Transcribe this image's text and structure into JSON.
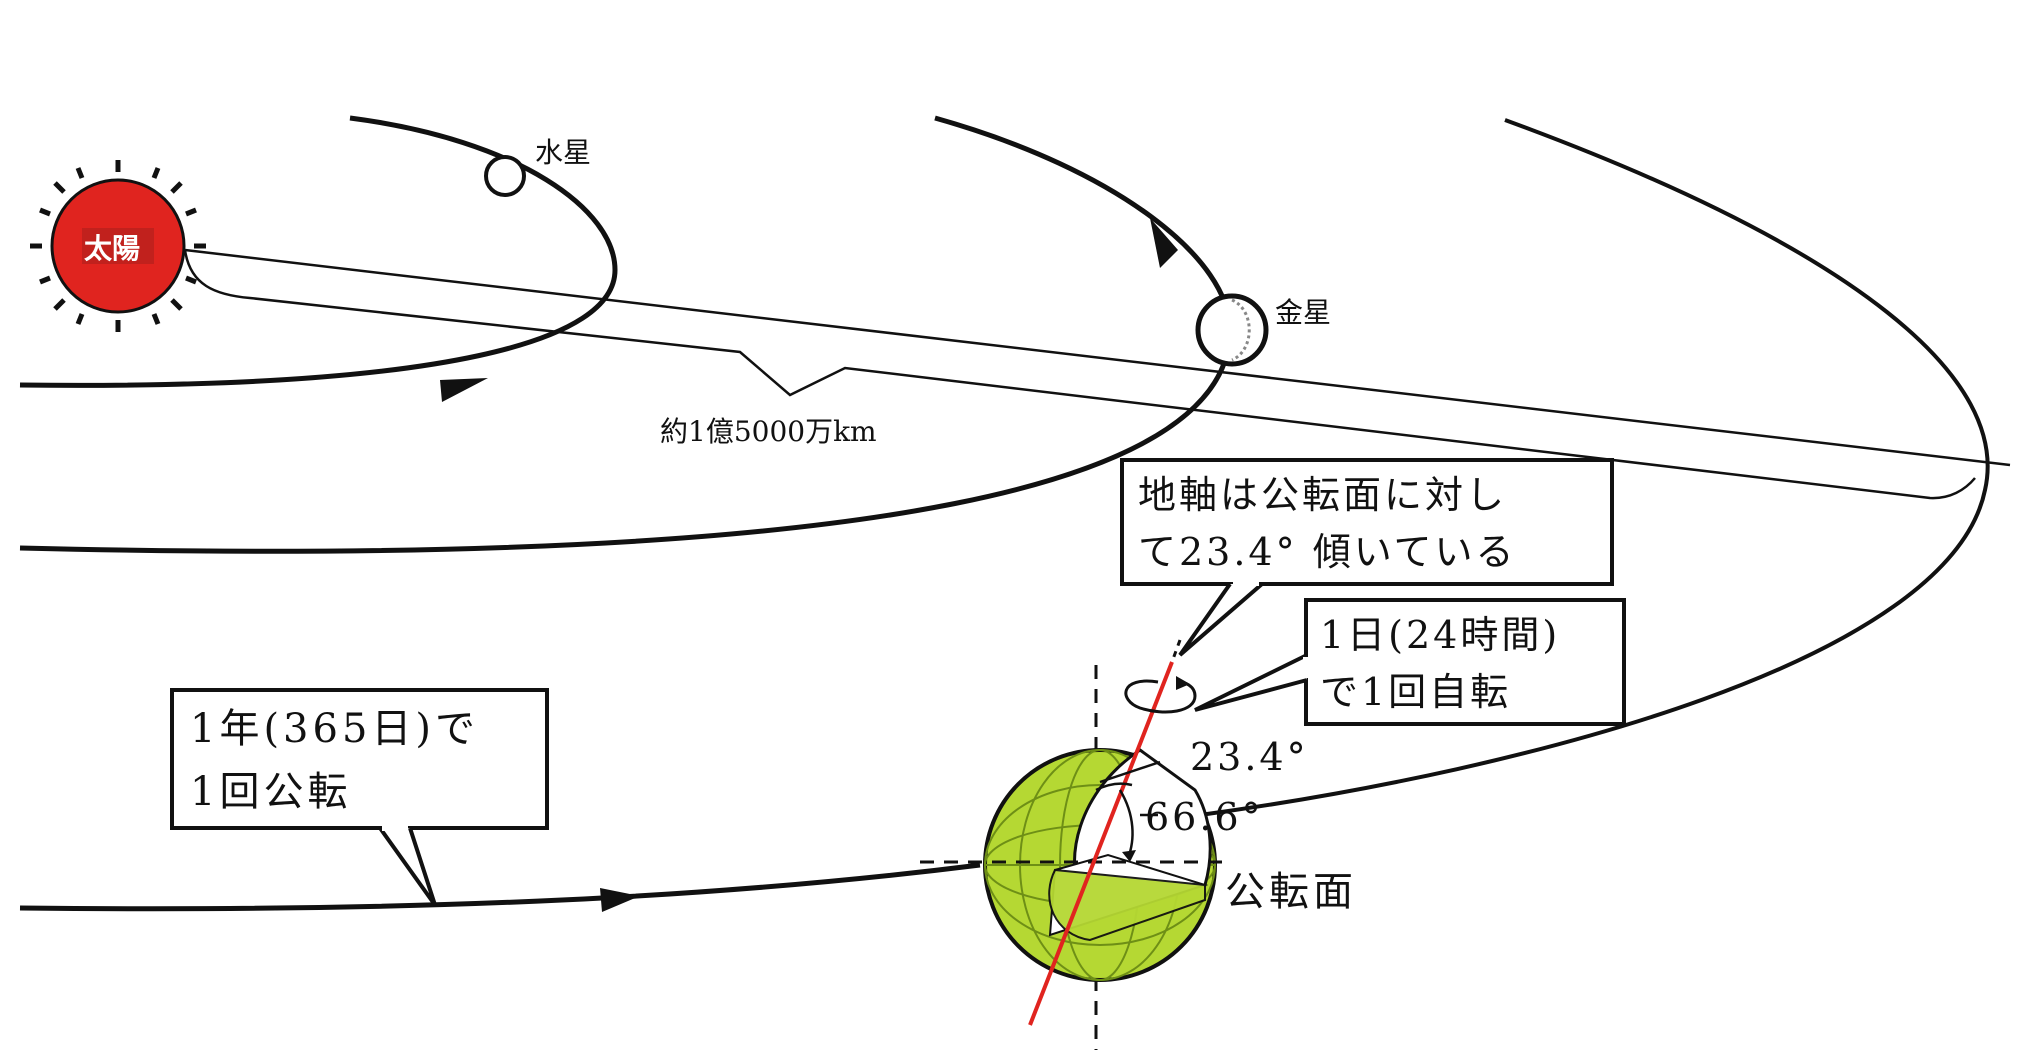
{
  "sun": {
    "label": "太陽",
    "color": "#e0241f"
  },
  "planets": {
    "mercury": {
      "label": "水星"
    },
    "venus": {
      "label": "金星"
    }
  },
  "distance": {
    "label": "約1億5000万km"
  },
  "callouts": {
    "axis_tilt": {
      "line1": "地軸は公転面に対し",
      "line2": "て23.4° 傾いている"
    },
    "rotation": {
      "line1": "1日(24時間)",
      "line2": "で1回自転"
    },
    "revolution": {
      "line1": "1年(365日)で",
      "line2": "1回公転"
    }
  },
  "angles": {
    "tilt": "23.4°",
    "complement": "66.6°"
  },
  "plane": {
    "label": "公転面"
  },
  "colors": {
    "earth": "#b5d833",
    "axis": "#e0241f",
    "grid": "#6e8f16"
  }
}
